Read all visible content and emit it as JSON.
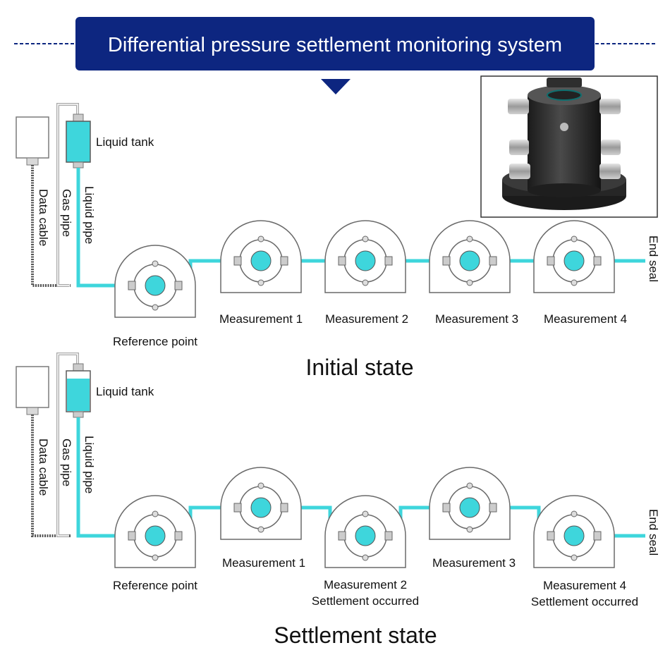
{
  "title": "Differential pressure settlement monitoring system",
  "colors": {
    "banner": "#0d2680",
    "liquid": "#3ed6dc",
    "sensor_body": "#ffffff",
    "sensor_stroke": "#6a6a6a",
    "photo_dark": "#2b2b2b"
  },
  "icons": {
    "banner_arrow": "triangle-down-icon",
    "product_photo": "sensor-photo-icon"
  },
  "initial": {
    "heading": "Initial state",
    "liquid_tank": "Liquid tank",
    "data_cable": "Data cable",
    "gas_pipe": "Gas pipe",
    "liquid_pipe": "Liquid pipe",
    "end_seal": "End seal",
    "reference_point": "Reference point",
    "m1": "Measurement 1",
    "m2": "Measurement 2",
    "m3": "Measurement 3",
    "m4": "Measurement 4"
  },
  "settlement": {
    "heading": "Settlement state",
    "liquid_tank": "Liquid tank",
    "data_cable": "Data cable",
    "gas_pipe": "Gas pipe",
    "liquid_pipe": "Liquid pipe",
    "end_seal": "End seal",
    "reference_point": "Reference point",
    "m1": "Measurement 1",
    "m2": "Measurement 2",
    "m2_note": "Settlement occurred",
    "m3": "Measurement 3",
    "m4": "Measurement 4",
    "m4_note": "Settlement occurred"
  }
}
